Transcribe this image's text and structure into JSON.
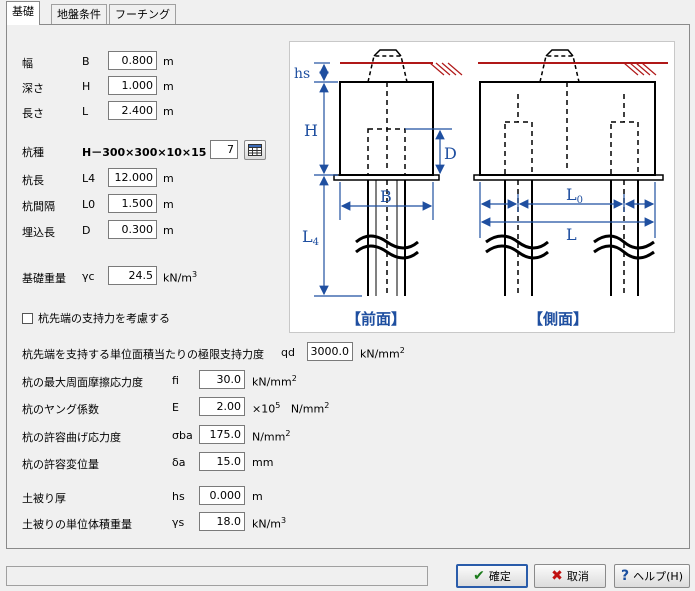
{
  "tabs": [
    {
      "label": "基礎"
    },
    {
      "label": "地盤条件"
    },
    {
      "label": "フーチング"
    }
  ],
  "fields": {
    "width": {
      "label": "幅",
      "sym": "B",
      "value": "0.800",
      "unit": "m"
    },
    "depth": {
      "label": "深さ",
      "sym": "H",
      "value": "1.000",
      "unit": "m"
    },
    "length": {
      "label": "長さ",
      "sym": "L",
      "value": "2.400",
      "unit": "m"
    },
    "pile_type": {
      "label": "杭種",
      "text": "H－300×300×10×15",
      "value": "7"
    },
    "pile_length": {
      "label": "杭長",
      "sym": "L4",
      "value": "12.000",
      "unit": "m"
    },
    "pile_spacing": {
      "label": "杭間隔",
      "sym": "L0",
      "value": "1.500",
      "unit": "m"
    },
    "embed_length": {
      "label": "埋込長",
      "sym": "D",
      "value": "0.300",
      "unit": "m"
    },
    "unit_weight": {
      "label": "基礎重量",
      "sym": "γc",
      "value": "24.5",
      "unit": "kN/m",
      "unit_sup": "3"
    }
  },
  "checkbox": {
    "label": "杭先端の支持力を考慮する",
    "checked": false
  },
  "lower_fields": {
    "qd": {
      "label": "杭先端を支持する単位面積当たりの極限支持力度",
      "sym": "qd",
      "value": "3000.0",
      "unit": "kN/mm",
      "unit_sup": "2"
    },
    "fi": {
      "label": "杭の最大周面摩擦応力度",
      "sym": "fi",
      "value": "30.0",
      "unit": "kN/mm",
      "unit_sup": "2"
    },
    "e": {
      "label": "杭のヤング係数",
      "sym": "E",
      "value": "2.00",
      "unit_pre": "×10",
      "unit_pre_sup": "5",
      "unit": "N/mm",
      "unit_sup": "2"
    },
    "sba": {
      "label": "杭の許容曲げ応力度",
      "sym": "σba",
      "value": "175.0",
      "unit": "N/mm",
      "unit_sup": "2"
    },
    "da": {
      "label": "杭の許容変位量",
      "sym": "δa",
      "value": "15.0",
      "unit": "mm"
    },
    "hs": {
      "label": "土被り厚",
      "sym": "hs",
      "value": "0.000",
      "unit": "m"
    },
    "gs": {
      "label": "土被りの単位体積重量",
      "sym": "γs",
      "value": "18.0",
      "unit": "kN/m",
      "unit_sup": "3"
    }
  },
  "diagram": {
    "front_caption": "【前面】",
    "side_caption": "【側面】",
    "labels": {
      "hs": "hs",
      "H": "H",
      "L4": "L",
      "L4_sub": "4",
      "D": "D",
      "B": "B",
      "L0": "L",
      "L0_sub": "0",
      "L": "L"
    }
  },
  "buttons": {
    "ok": "確定",
    "cancel": "取消",
    "help": "ヘルプ(H)"
  },
  "colors": {
    "accent": "#1f4fa0",
    "ground": "#b01818"
  }
}
